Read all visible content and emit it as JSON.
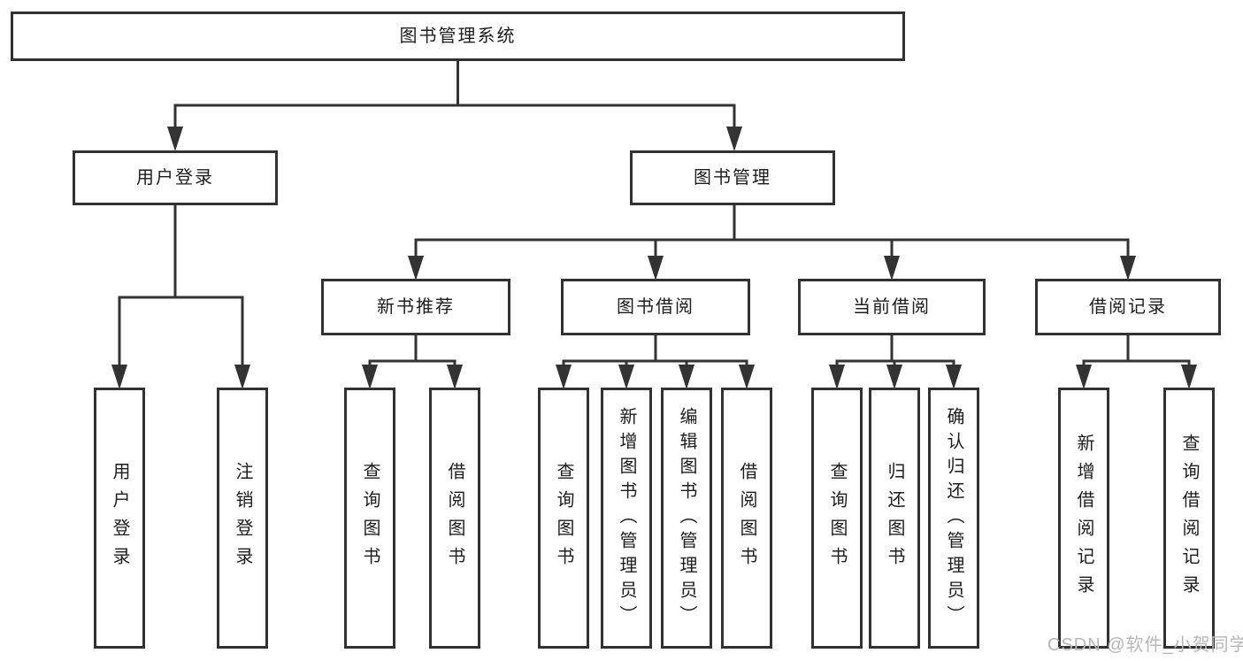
{
  "tree": {
    "root": {
      "label": "图书管理系统",
      "children": [
        {
          "label": "用户登录",
          "children": [
            {
              "label": "用户登录"
            },
            {
              "label": "注销登录"
            }
          ]
        },
        {
          "label": "图书管理",
          "children": [
            {
              "label": "新书推荐",
              "children": [
                {
                  "label": "查询图书"
                },
                {
                  "label": "借阅图书"
                }
              ]
            },
            {
              "label": "图书借阅",
              "children": [
                {
                  "label": "查询图书"
                },
                {
                  "label": "新增图书（管理员）"
                },
                {
                  "label": "编辑图书（管理员）"
                },
                {
                  "label": "借阅图书"
                }
              ]
            },
            {
              "label": "当前借阅",
              "children": [
                {
                  "label": "查询图书"
                },
                {
                  "label": "归还图书"
                },
                {
                  "label": "确认归还（管理员）"
                }
              ]
            },
            {
              "label": "借阅记录",
              "children": [
                {
                  "label": "新增借阅记录"
                },
                {
                  "label": "查询借阅记录"
                }
              ]
            }
          ]
        }
      ]
    }
  },
  "watermark": {
    "text": "CSDN @软件_小贺同学"
  },
  "colors": {
    "line": "#333333",
    "box_border": "#323232",
    "text": "#1d1d1d",
    "watermark": "#b7b7b7",
    "background": "#ffffff"
  }
}
